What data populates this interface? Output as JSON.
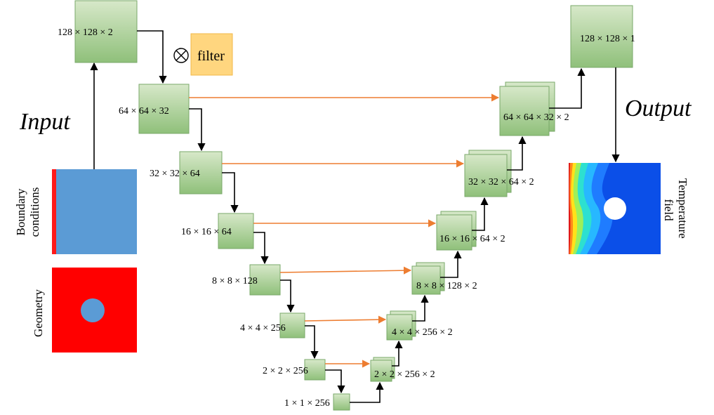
{
  "labels": {
    "input": "Input",
    "output": "Output",
    "boundary_conditions": "Boundary conditions",
    "geometry": "Geometry",
    "temperature_field": "Temperature field",
    "filter": "filter",
    "otimes": "⊗"
  },
  "encoder": [
    "128 × 128 × 2",
    "64 × 64 × 32",
    "32 × 32 × 64",
    "16 × 16 × 64",
    "8 × 8 × 128",
    "4 × 4 × 256",
    "2 × 2 × 256",
    "1 × 1 × 256"
  ],
  "decoder": [
    "2 × 2 × 256 × 2",
    "4 × 4 × 256 × 2",
    "8 × 8 × 128 × 2",
    "16 × 16 × 64 × 2",
    "32 × 32 × 64 × 2",
    "64 × 64 × 32 × 2",
    "128 × 128 × 1"
  ],
  "colors": {
    "block_fill_top": "#d7e8c9",
    "block_fill_bottom": "#8fc07a",
    "block_stroke": "#7aa86a",
    "skip_arrow": "#ed7d31",
    "arrow": "#000000",
    "filter_fill": "#ffd67f",
    "filter_stroke": "#f0b84a",
    "boundary_blue": "#5b9bd5",
    "boundary_red": "#ff1a1a",
    "geometry_red": "#ff0000",
    "geometry_circle": "#5b9bd5",
    "field_blue": "#0b4fe8"
  }
}
